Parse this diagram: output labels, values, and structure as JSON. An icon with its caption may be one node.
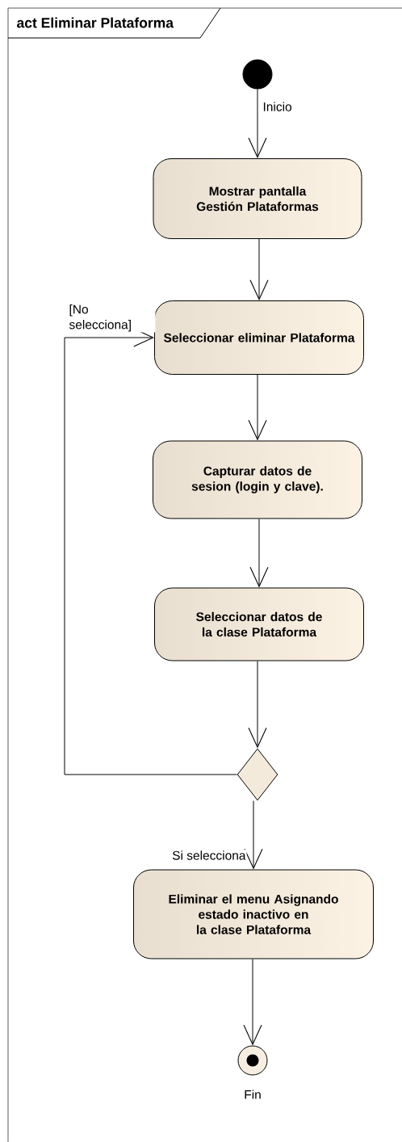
{
  "diagram": {
    "nodes": [
      {
        "text": [
          "act Eliminar Plataforma"
        ]
      },
      {
        "text": [],
        "shape": "circle",
        "beside": [
          "Inicio"
        ],
        "in": 0
      },
      {
        "text": [
          "Mostrar pantalla Gestión Plataformas"
        ],
        "in": 0
      },
      {
        "text": [
          "Seleccionar eliminar Plataforma"
        ],
        "in": 0
      },
      {
        "text": [
          "Capturar datos de sesion (login y clave)."
        ],
        "in": 0
      },
      {
        "text": [
          "Seleccionar datos de la clase Plataforma"
        ],
        "in": 0
      },
      {
        "text": [],
        "shape": "diamond",
        "in": 0
      },
      {
        "text": [
          "Eliminar el menu Asignando estado inactivo en la clase Plataforma"
        ],
        "in": 0
      },
      {
        "text": [],
        "shape": "circle",
        "beside": [
          "Fin"
        ],
        "in": 0
      }
    ],
    "edges": [
      {
        "from": 1,
        "to": 2,
        "arrow": "to"
      },
      {
        "from": 2,
        "to": 3,
        "arrow": "to"
      },
      {
        "from": 3,
        "to": 4,
        "arrow": "to"
      },
      {
        "from": 4,
        "to": 5,
        "arrow": "to"
      },
      {
        "from": 5,
        "to": 6,
        "arrow": "to"
      },
      {
        "from": 6,
        "to": 3,
        "label": "[No selecciona]",
        "arrow": "to"
      },
      {
        "from": 6,
        "to": 7,
        "label": "Si selecciona",
        "arrow": "to"
      },
      {
        "from": 7,
        "to": 8,
        "arrow": "to"
      }
    ]
  }
}
